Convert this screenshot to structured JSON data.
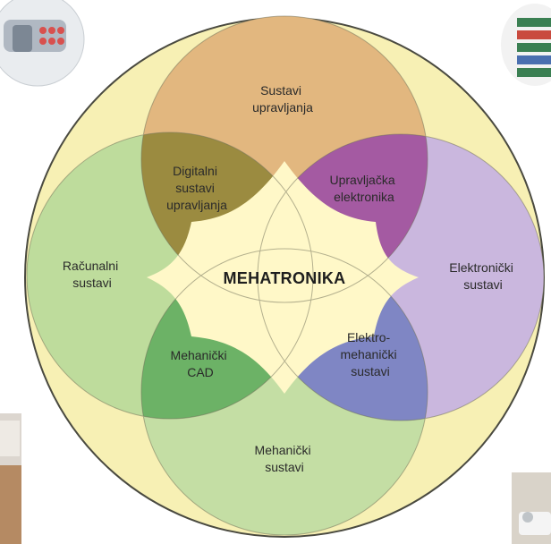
{
  "diagram": {
    "center_label": "MEHATRONIKA",
    "regions": {
      "top": [
        "Sustavi",
        "upravljanja"
      ],
      "left": [
        "Računalni",
        "sustavi"
      ],
      "right": [
        "Elektronički",
        "sustavi"
      ],
      "bottom": [
        "Mehanički",
        "sustavi"
      ],
      "top_left": [
        "Digitalni",
        "sustavi",
        "upravljanja"
      ],
      "top_right": [
        "Upravljačka",
        "elektronika"
      ],
      "bottom_left": [
        "Mehanički",
        "CAD"
      ],
      "bottom_right": [
        "Elektro-",
        "mehanički",
        "sustavi"
      ]
    },
    "colors": {
      "outer_circle": "#f7f0b4",
      "top_circle": "#e2b77f",
      "left_circle": "#bedc9c",
      "right_circle": "#cab7de",
      "bottom_circle": "#c4dea4",
      "overlap_top_left": "#9b8b40",
      "overlap_top_right": "#a45aa2",
      "overlap_bottom_left": "#6cb266",
      "overlap_bottom_right": "#7f86c4",
      "center": "#fff8c8"
    }
  },
  "corner_images": {
    "top_left": "robot-hand-photo",
    "top_right": "circuit-board-photo",
    "bottom_left": "room-photo",
    "bottom_right": "robot-arm-photo"
  }
}
